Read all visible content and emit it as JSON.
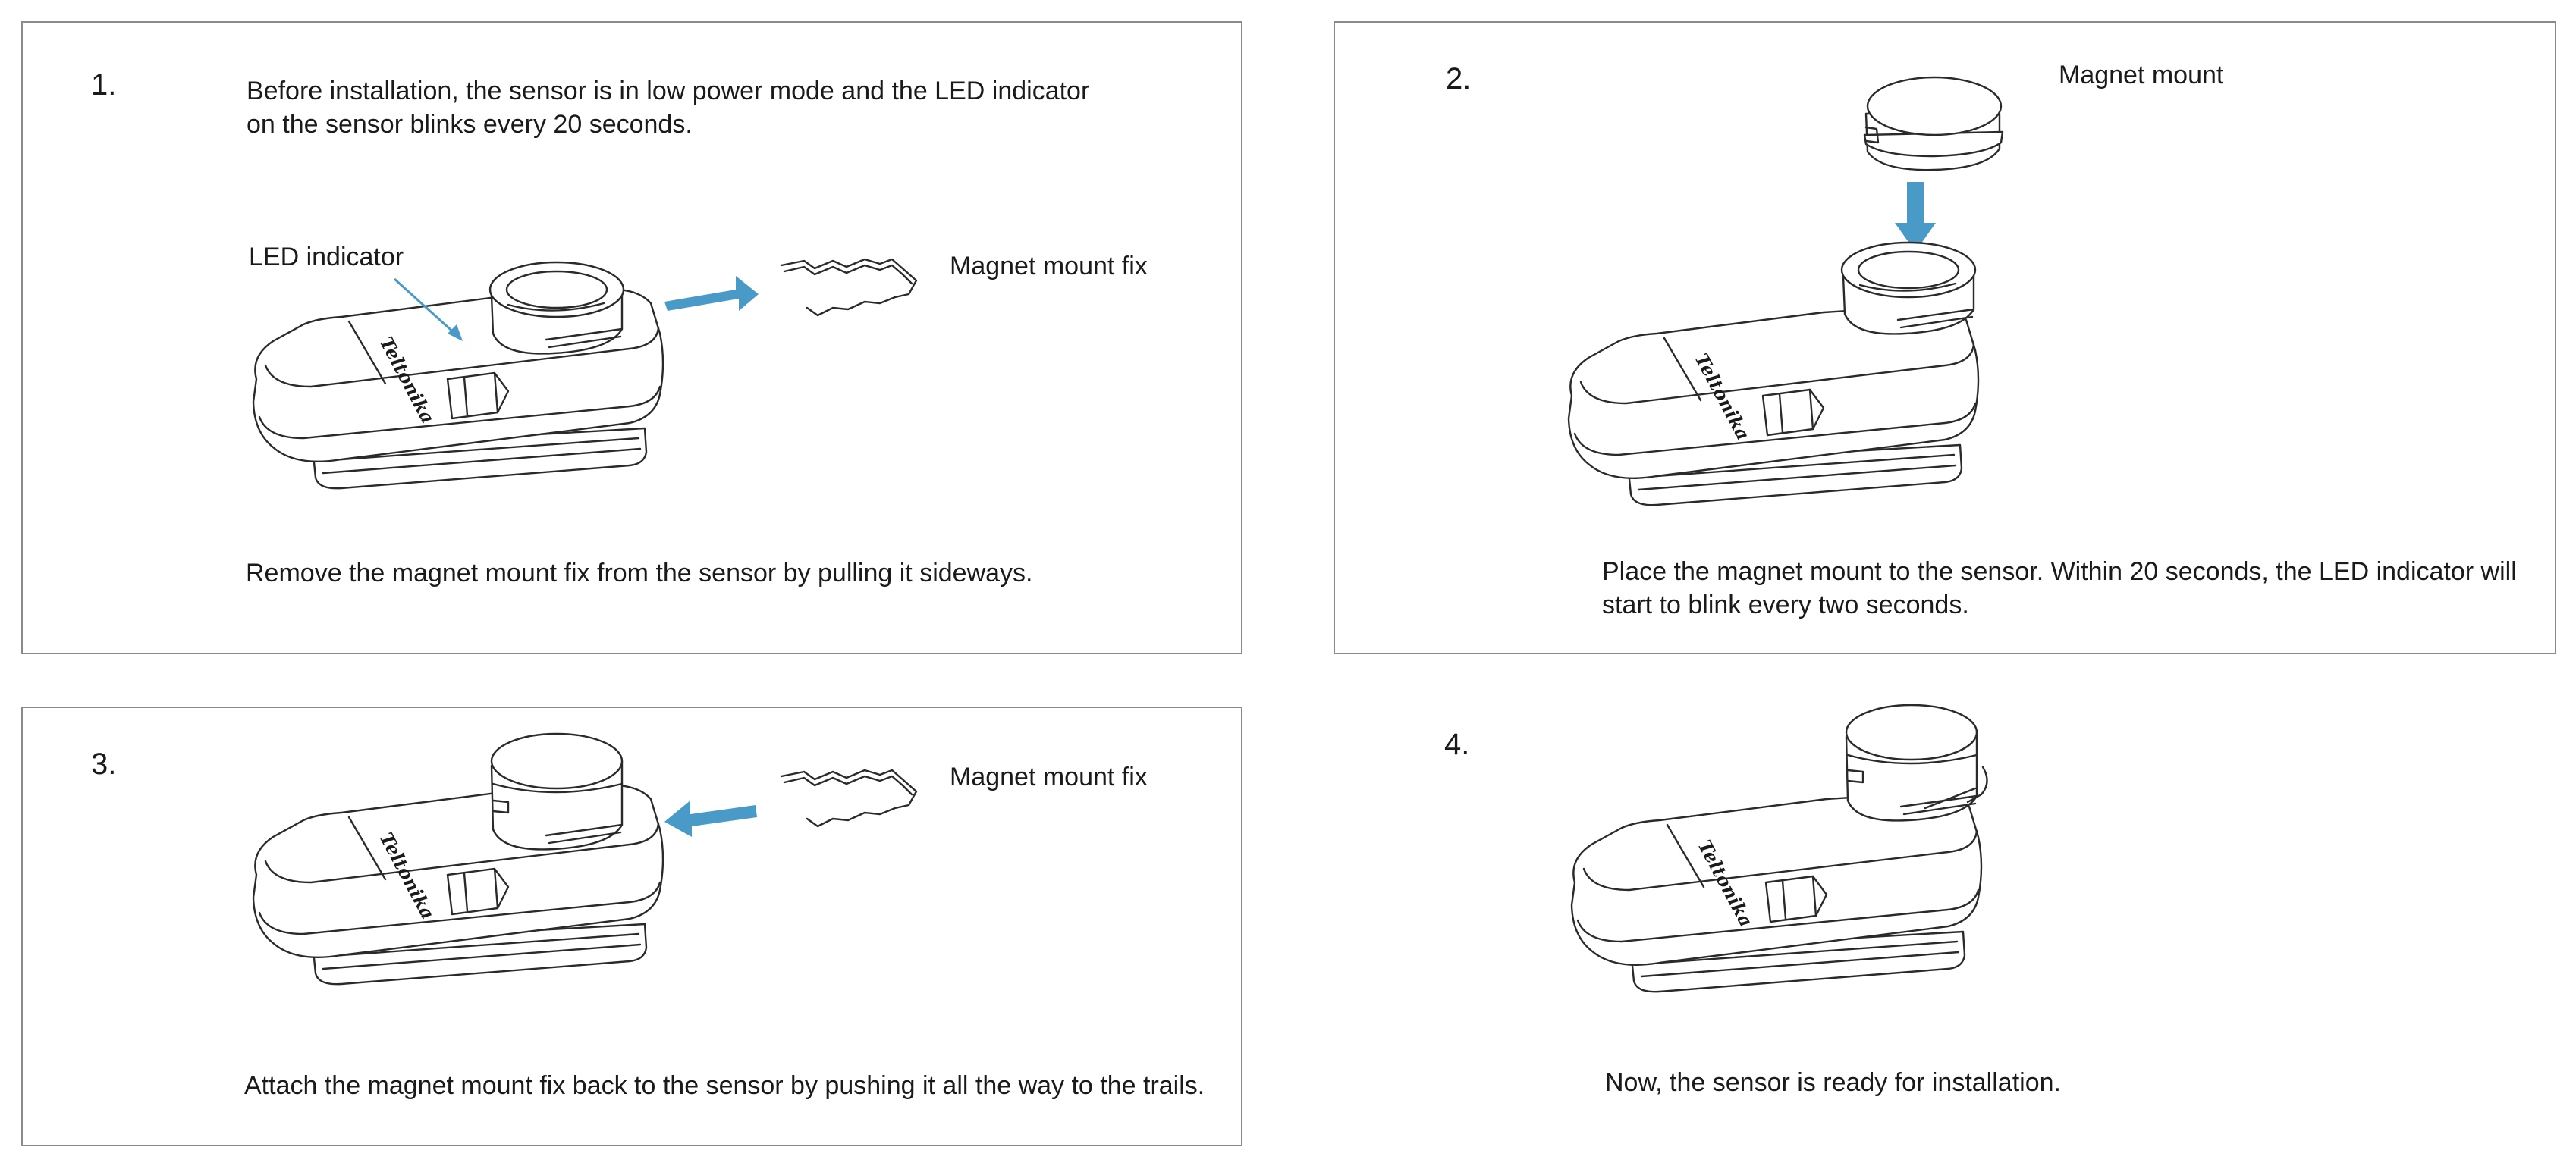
{
  "colors": {
    "arrow": "#4a9ac7",
    "frame": "#8a8a8a"
  },
  "steps": [
    {
      "number": "1.",
      "text_lines": [
        "Before installation, the sensor is in low power mode and the LED indicator",
        "on the sensor blinks every 20 seconds."
      ],
      "label_led": "LED indicator",
      "label_fix": "Magnet mount fix",
      "caption": "Remove the magnet mount fix from the sensor by pulling it sideways.",
      "logo": "Teltonika"
    },
    {
      "number": "2.",
      "label_mount": "Magnet mount",
      "caption_lines": [
        "Place the magnet mount to the sensor. Within 20 seconds, the LED indicator will",
        "start to blink every two seconds."
      ],
      "logo": "Teltonika"
    },
    {
      "number": "3.",
      "label_fix": "Magnet mount fix",
      "caption": "Attach the magnet mount fix back to the sensor by pushing it all the way to the trails.",
      "logo": "Teltonika"
    },
    {
      "number": "4.",
      "caption": "Now, the sensor is ready for installation.",
      "logo": "Teltonika"
    }
  ]
}
